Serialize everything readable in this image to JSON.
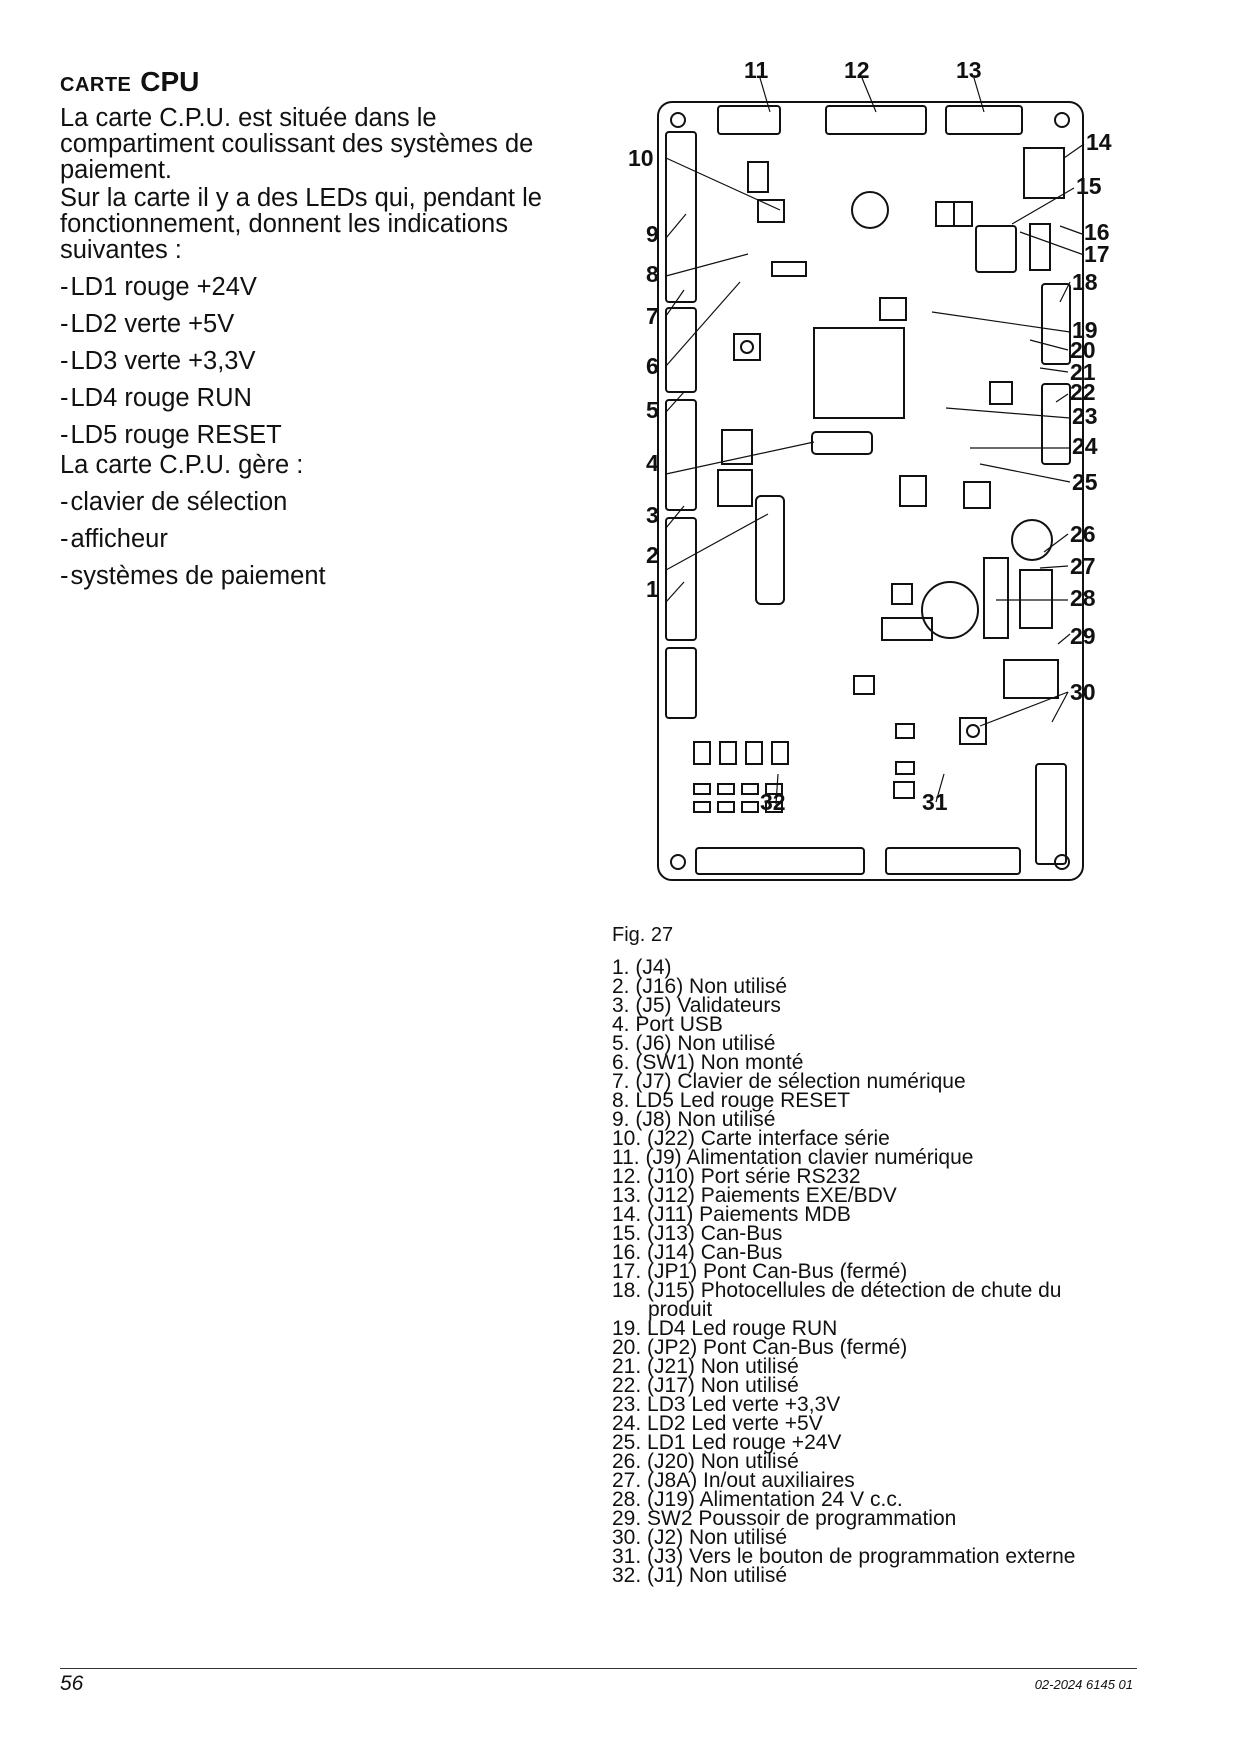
{
  "section": {
    "title_small": "CARTE",
    "title_big": "CPU"
  },
  "intro": {
    "p1": "La carte C.P.U. est située dans le compartiment coulissant des systèmes de paiement.",
    "p2": "Sur la carte il y a des LEDs qui, pendant le fonctionnement, donnent les indications suivantes :"
  },
  "leds": [
    "LD1 rouge +24V",
    "LD2 verte +5V",
    "LD3 verte +3,3V",
    "LD4 rouge RUN",
    "LD5 rouge RESET"
  ],
  "manages": {
    "intro": "La carte C.P.U. gère :",
    "items": [
      "clavier de sélection",
      "afficheur",
      "systèmes de paiement"
    ]
  },
  "figure": {
    "caption": "Fig. 27",
    "callouts": [
      "1",
      "2",
      "3",
      "4",
      "5",
      "6",
      "7",
      "8",
      "9",
      "10",
      "11",
      "12",
      "13",
      "14",
      "15",
      "16",
      "17",
      "18",
      "19",
      "20",
      "21",
      "22",
      "23",
      "24",
      "25",
      "26",
      "27",
      "28",
      "29",
      "30",
      "31",
      "32"
    ]
  },
  "legend": [
    "1.  (J4)",
    "2.  (J16) Non utilisé",
    "3.  (J5) Validateurs",
    "4.  Port USB",
    "5.  (J6) Non utilisé",
    "6.  (SW1) Non monté",
    "7.  (J7) Clavier de sélection numérique",
    "8.  LD5 Led rouge RESET",
    "9.  (J8) Non utilisé",
    "10.  (J22) Carte interface série",
    "11.  (J9) Alimentation clavier numérique",
    "12.  (J10) Port série RS232",
    "13.  (J12) Paiements EXE/BDV",
    "14.  (J11) Paiements MDB",
    "15.  (J13) Can-Bus",
    "16.  (J14) Can-Bus",
    "17.  (JP1) Pont Can-Bus (fermé)",
    "18.  (J15) Photocellules de détection de chute du",
    "produit",
    "19.  LD4 Led rouge RUN",
    "20.  (JP2) Pont Can-Bus (fermé)",
    "21.  (J21) Non utilisé",
    "22.  (J17) Non utilisé",
    "23.  LD3 Led verte +3,3V",
    "24.  LD2 Led verte +5V",
    "25.  LD1 Led rouge +24V",
    "26.  (J20) Non utilisé",
    "27.  (J8A) In/out auxiliaires",
    "28.  (J19) Alimentation 24 V c.c.",
    "29.  SW2 Poussoir de programmation",
    "30.  (J2) Non utilisé",
    "31.  (J3) Vers le bouton de programmation externe",
    "32.  (J1) Non utilisé"
  ],
  "footer": {
    "page_number": "56",
    "doc_ref": "02-2024 6145 01"
  }
}
